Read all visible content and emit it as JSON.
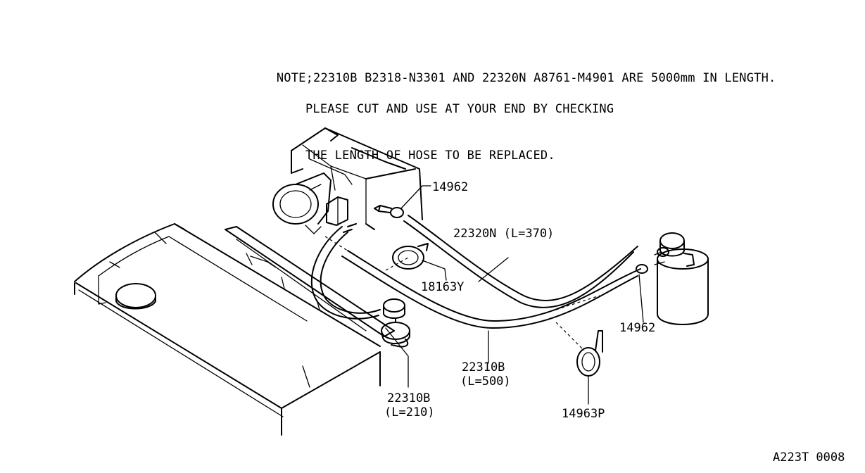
{
  "note": {
    "line1": "NOTE;22310B B2318-N3301 AND 22320N A8761-M4901 ARE 5000mm IN LENGTH.",
    "line2": "PLEASE CUT AND USE AT YOUR END BY CHECKING",
    "line3": "THE LENGTH OF HOSE TO BE REPLACED."
  },
  "callouts": {
    "clip_top": "14962",
    "hose_22320n": "22320N (L=370)",
    "clamp_18163y": "18163Y",
    "clip_right": "14962",
    "hose_22310b_long_part": "22310B",
    "hose_22310b_long_len": "(L=500)",
    "hose_22310b_short_part": "22310B",
    "hose_22310b_short_len": "(L=210)",
    "clamp_14963p": "14963P"
  },
  "figure_code": "A223T 0008"
}
